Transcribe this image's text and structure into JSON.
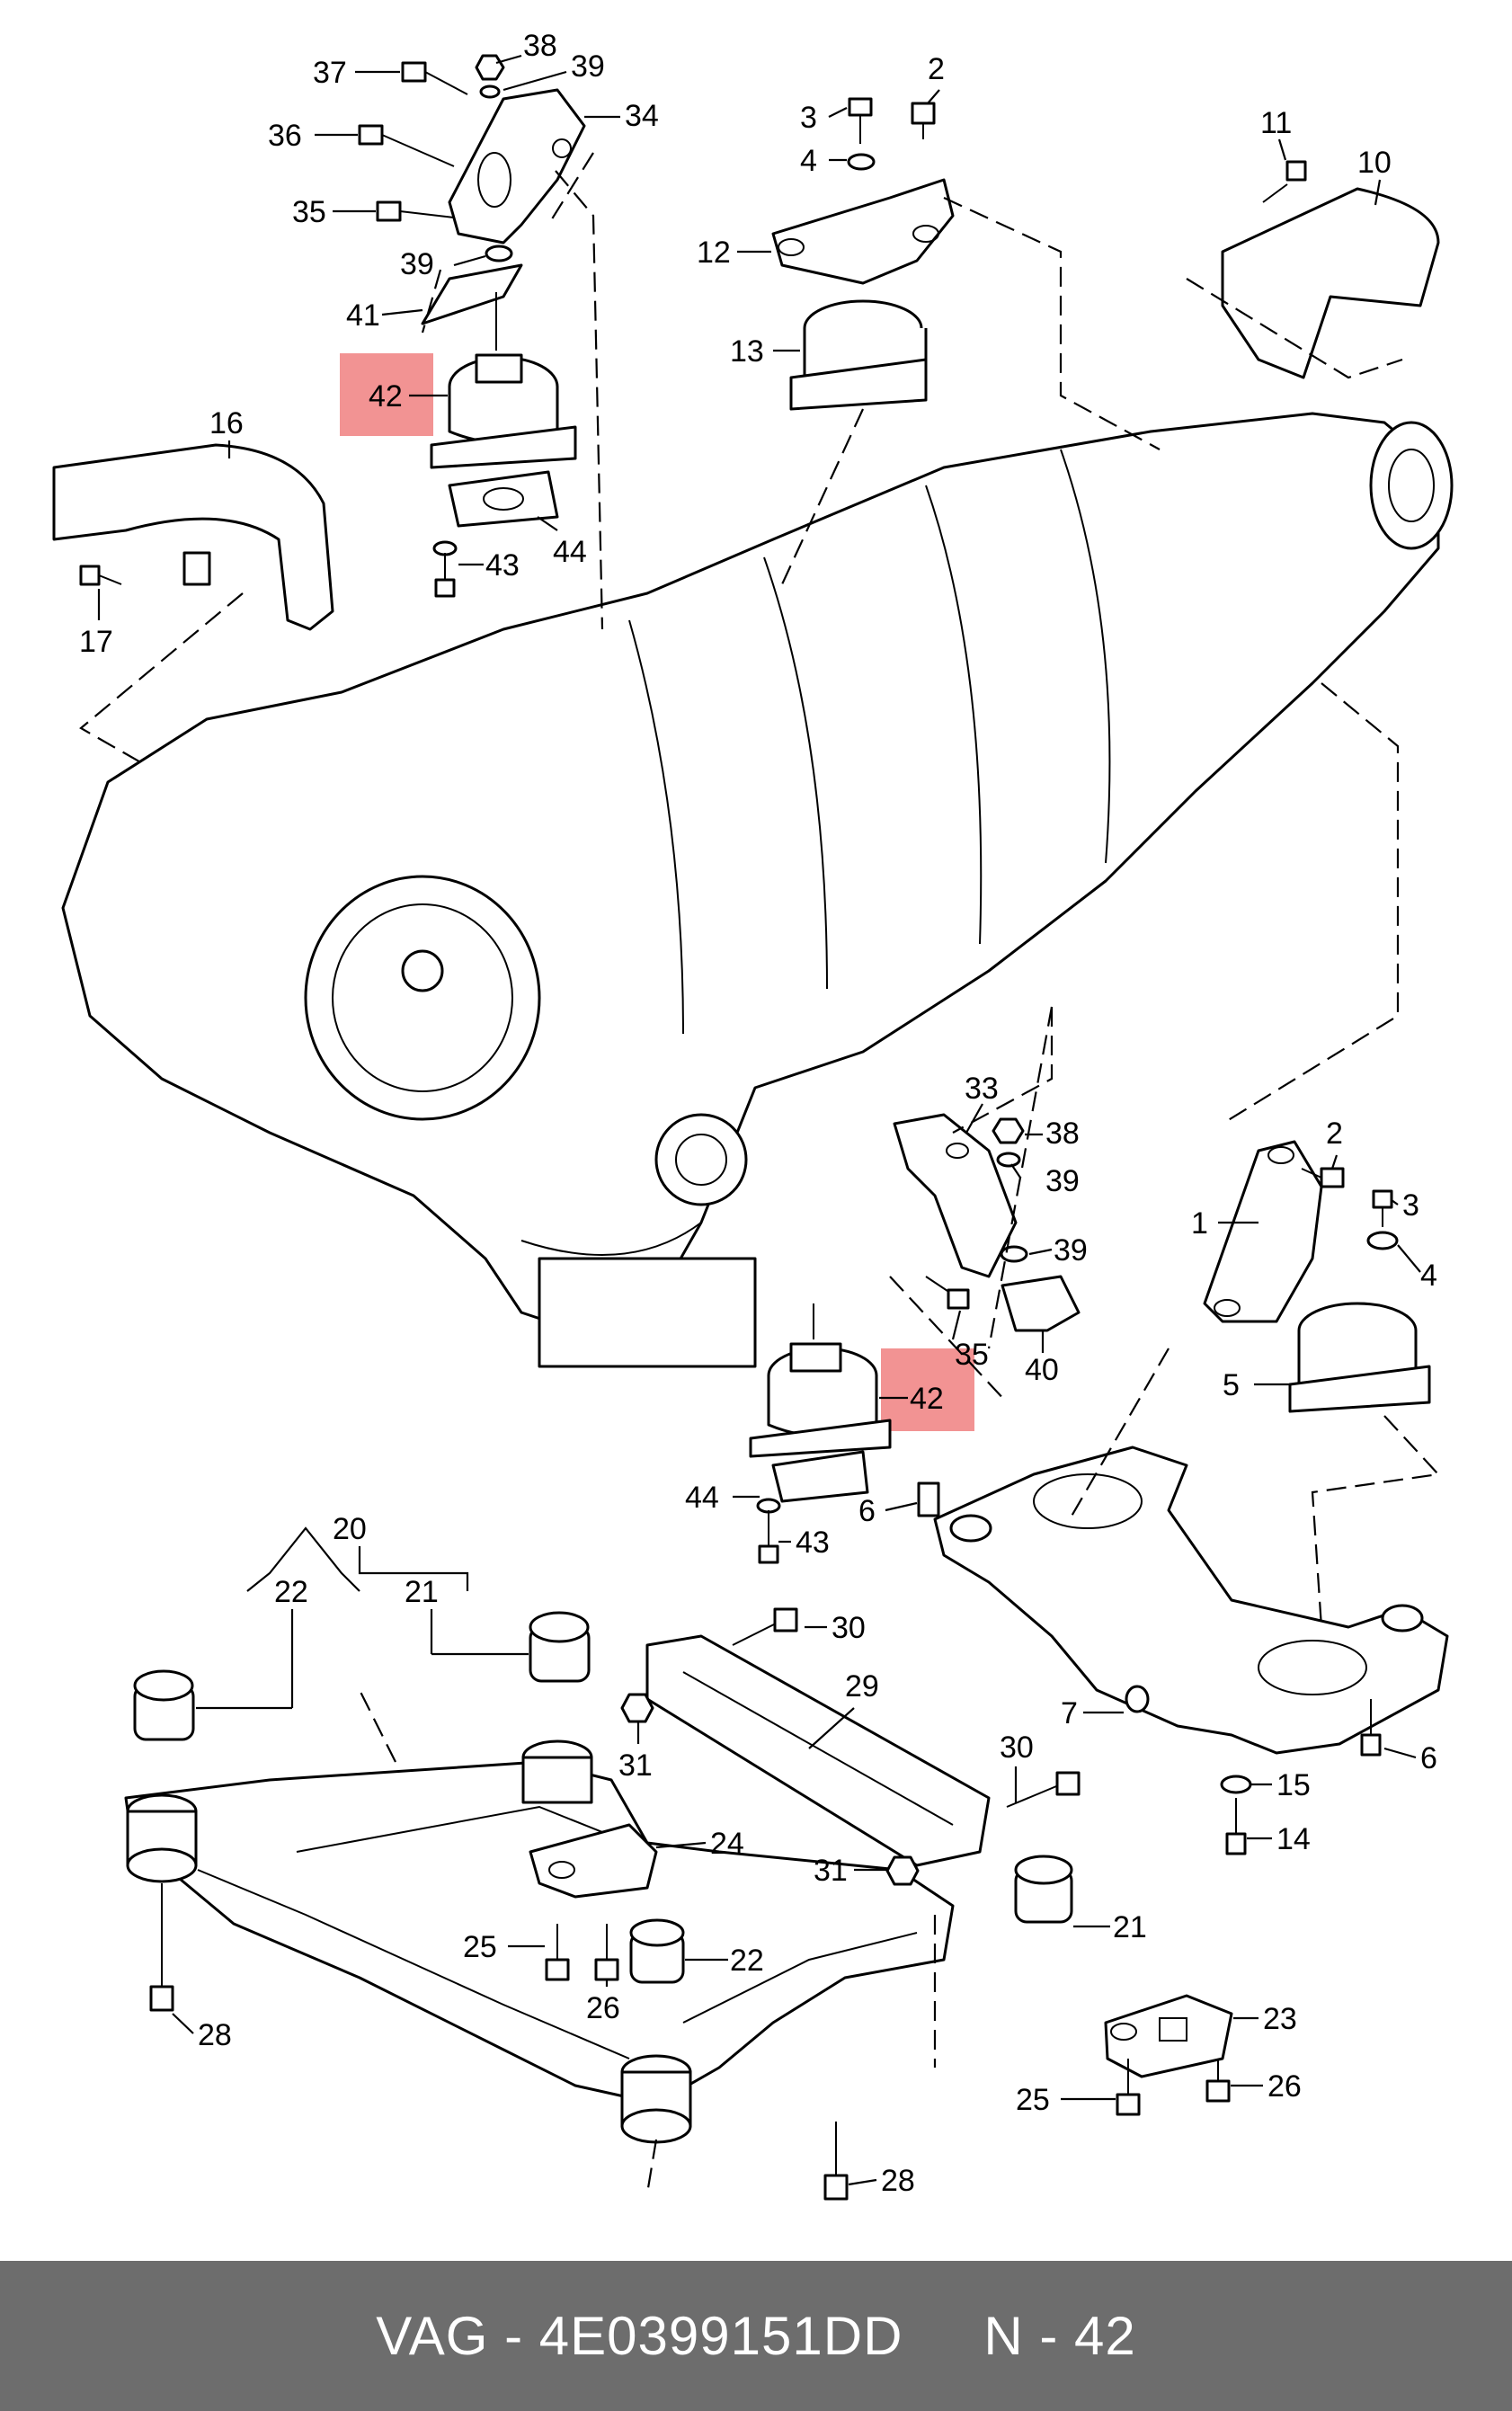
{
  "diagram": {
    "callouts": [
      {
        "id": "l37",
        "text": "37"
      },
      {
        "id": "l38a",
        "text": "38"
      },
      {
        "id": "l39a",
        "text": "39"
      },
      {
        "id": "l34",
        "text": "34"
      },
      {
        "id": "l36",
        "text": "36"
      },
      {
        "id": "l35a",
        "text": "35"
      },
      {
        "id": "l39b",
        "text": "39"
      },
      {
        "id": "l41",
        "text": "41"
      },
      {
        "id": "l42a",
        "text": "42"
      },
      {
        "id": "l16",
        "text": "16"
      },
      {
        "id": "l17",
        "text": "17"
      },
      {
        "id": "l43a",
        "text": "43"
      },
      {
        "id": "l44a",
        "text": "44"
      },
      {
        "id": "l2a",
        "text": "2"
      },
      {
        "id": "l3a",
        "text": "3"
      },
      {
        "id": "l4a",
        "text": "4"
      },
      {
        "id": "l12",
        "text": "12"
      },
      {
        "id": "l13",
        "text": "13"
      },
      {
        "id": "l11",
        "text": "11"
      },
      {
        "id": "l10",
        "text": "10"
      },
      {
        "id": "l33",
        "text": "33"
      },
      {
        "id": "l38b",
        "text": "38"
      },
      {
        "id": "l39c",
        "text": "39"
      },
      {
        "id": "l39d",
        "text": "39"
      },
      {
        "id": "l35b",
        "text": "35"
      },
      {
        "id": "l40",
        "text": "40"
      },
      {
        "id": "l42b",
        "text": "42"
      },
      {
        "id": "l2b",
        "text": "2"
      },
      {
        "id": "l3b",
        "text": "3"
      },
      {
        "id": "l1",
        "text": "1"
      },
      {
        "id": "l4b",
        "text": "4"
      },
      {
        "id": "l5",
        "text": "5"
      },
      {
        "id": "l44b",
        "text": "44"
      },
      {
        "id": "l6a",
        "text": "6"
      },
      {
        "id": "l43b",
        "text": "43"
      },
      {
        "id": "l20",
        "text": "20"
      },
      {
        "id": "l22a",
        "text": "22"
      },
      {
        "id": "l21a",
        "text": "21"
      },
      {
        "id": "l30a",
        "text": "30"
      },
      {
        "id": "l29",
        "text": "29"
      },
      {
        "id": "l31a",
        "text": "31"
      },
      {
        "id": "l7",
        "text": "7"
      },
      {
        "id": "l6b",
        "text": "6"
      },
      {
        "id": "l15",
        "text": "15"
      },
      {
        "id": "l14",
        "text": "14"
      },
      {
        "id": "l30b",
        "text": "30"
      },
      {
        "id": "l24",
        "text": "24"
      },
      {
        "id": "l31b",
        "text": "31"
      },
      {
        "id": "l25a",
        "text": "25"
      },
      {
        "id": "l22b",
        "text": "22"
      },
      {
        "id": "l21b",
        "text": "21"
      },
      {
        "id": "l26a",
        "text": "26"
      },
      {
        "id": "l28a",
        "text": "28"
      },
      {
        "id": "l23",
        "text": "23"
      },
      {
        "id": "l25b",
        "text": "25"
      },
      {
        "id": "l26b",
        "text": "26"
      },
      {
        "id": "l28b",
        "text": "28"
      }
    ],
    "highlight_color": "#f08080"
  },
  "footer": {
    "brand": "VAG - 4E0399151DD",
    "position": "N - 42",
    "background": "#6d6d6d"
  }
}
